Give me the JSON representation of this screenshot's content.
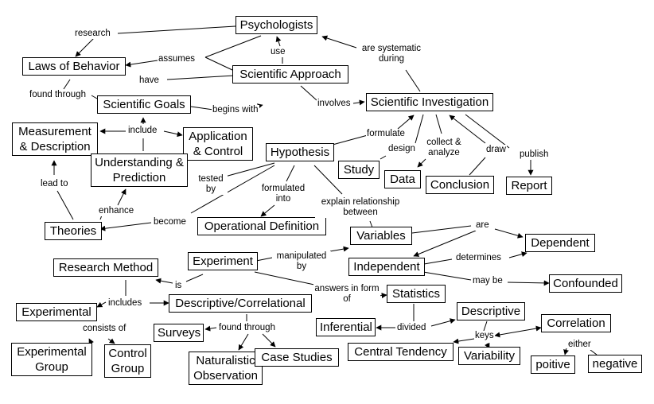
{
  "nodes": {
    "psychologists": "Psychologists",
    "laws_of_behavior": "Laws of Behavior",
    "scientific_approach": "Scientific Approach",
    "scientific_goals": "Scientific Goals",
    "scientific_investigation": "Scientific Investigation",
    "measurement_description": "Measurement & Description",
    "application_control": "Application & Control",
    "understanding_prediction": "Understanding & Prediction",
    "hypothesis": "Hypothesis",
    "study": "Study",
    "data": "Data",
    "conclusion": "Conclusion",
    "report": "Report",
    "theories": "Theories",
    "operational_definition": "Operational Definition",
    "variables": "Variables",
    "dependent": "Dependent",
    "independent": "Independent",
    "confounded": "Confounded",
    "research_method": "Research Method",
    "experiment": "Experiment",
    "experimental": "Experimental",
    "descriptive_correlational": "Descriptive/Correlational",
    "statistics": "Statistics",
    "descriptive": "Descriptive",
    "correlation": "Correlation",
    "surveys": "Surveys",
    "inferential": "Inferential",
    "central_tendency": "Central Tendency",
    "variability": "Variability",
    "experimental_group": "Experimental Group",
    "control_group": "Control Group",
    "naturalistic_observation": "Naturalistic Observation",
    "case_studies": "Case Studies",
    "poitive": "poitive",
    "negative": "negative"
  },
  "labels": {
    "research": "research",
    "assumes": "assumes",
    "use": "use",
    "are_systematic_during": "are systematic during",
    "have": "have",
    "found_through": "found through",
    "begins_with": "begins with",
    "involves": "involves",
    "include": "include",
    "formulate": "formulate",
    "design": "design",
    "collect_analyze": "collect & analyze",
    "draw": "draw",
    "publish": "publish",
    "lead_to": "lead to",
    "tested_by": "tested by",
    "formulated_into": "formulated into",
    "explain_relationship_between": "explain relationship between",
    "enhance": "enhance",
    "become": "become",
    "are": "are",
    "determines": "determines",
    "may_be": "may be",
    "manipulated_by": "manipulated by",
    "is": "is",
    "answers_in_form_of": "answers in form of",
    "includes": "includes",
    "consists_of": "consists of",
    "found_through_2": "found through",
    "divided": "divided",
    "keys": "keys",
    "either": "either"
  }
}
